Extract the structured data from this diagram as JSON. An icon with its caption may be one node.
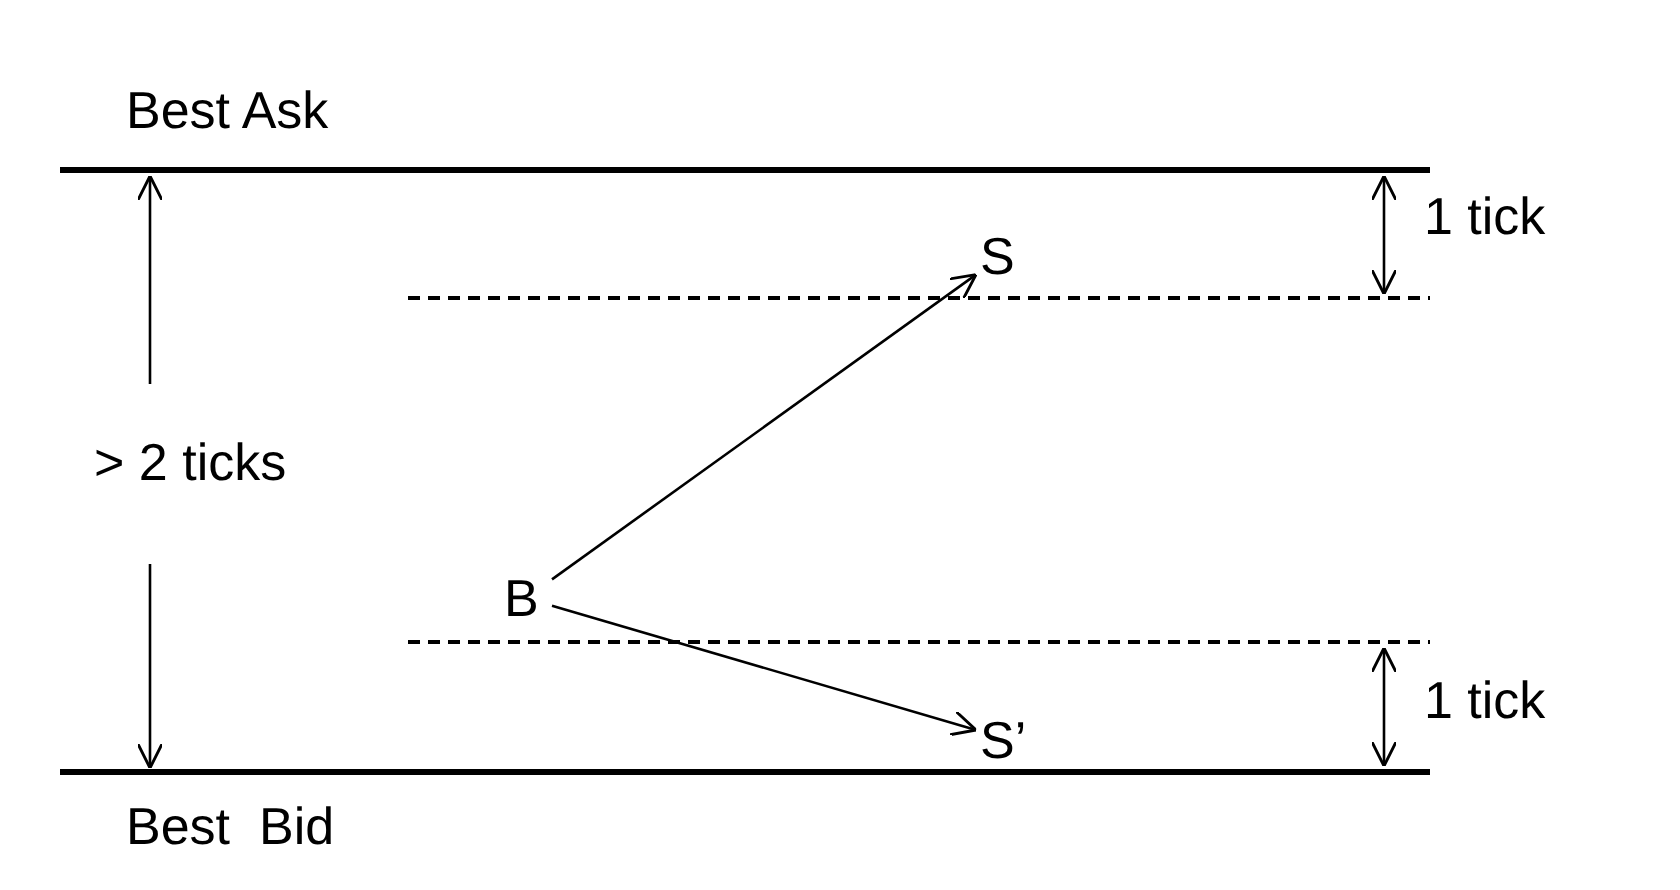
{
  "diagram": {
    "nodes": [
      {
        "text": [
          "B"
        ]
      },
      {
        "text": [
          "S"
        ]
      },
      {
        "text": [
          "S’"
        ]
      }
    ],
    "edges": [
      {
        "from": 0,
        "to": 1,
        "arrow": "to"
      },
      {
        "from": 0,
        "to": 2,
        "arrow": "to"
      }
    ],
    "labels": [
      "Best Ask",
      "1 tick",
      "> 2 ticks",
      "1 tick",
      "Best  Bid"
    ]
  }
}
